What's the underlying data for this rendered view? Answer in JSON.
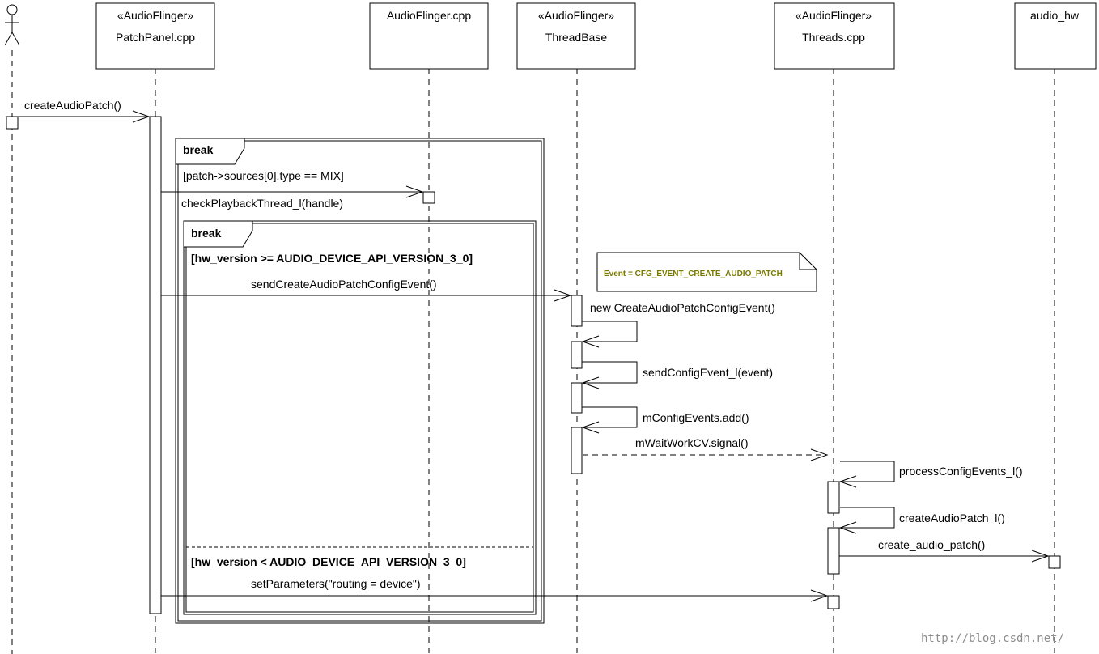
{
  "diagram": {
    "lifelines": [
      {
        "id": "actor",
        "stereotype": "",
        "name": ""
      },
      {
        "id": "patchpanel",
        "stereotype": "«AudioFlinger»",
        "name": "PatchPanel.cpp"
      },
      {
        "id": "audioflinger",
        "stereotype": "",
        "name": "AudioFlinger.cpp"
      },
      {
        "id": "threadbase",
        "stereotype": "«AudioFlinger»",
        "name": "ThreadBase"
      },
      {
        "id": "threads",
        "stereotype": "«AudioFlinger»",
        "name": "Threads.cpp"
      },
      {
        "id": "audiohw",
        "stereotype": "",
        "name": "audio_hw"
      }
    ],
    "messages": [
      {
        "label": "createAudioPatch()"
      },
      {
        "label": "checkPlaybackThread_l(handle)"
      },
      {
        "label": "sendCreateAudioPatchConfigEvent()"
      },
      {
        "label": "new CreateAudioPatchConfigEvent()"
      },
      {
        "label": "sendConfigEvent_l(event)"
      },
      {
        "label": "mConfigEvents.add()"
      },
      {
        "label": "mWaitWorkCV.signal()"
      },
      {
        "label": "processConfigEvents_l()"
      },
      {
        "label": "createAudioPatch_l()"
      },
      {
        "label": "create_audio_patch()"
      },
      {
        "label": "setParameters(\"routing = device\")"
      }
    ],
    "fragments": {
      "outer": {
        "keyword": "break",
        "guard": "[patch->sources[0].type == MIX]"
      },
      "inner": {
        "keyword": "break",
        "guard1": "[hw_version >= AUDIO_DEVICE_API_VERSION_3_0]",
        "guard2": "[hw_version < AUDIO_DEVICE_API_VERSION_3_0]"
      }
    },
    "note": {
      "text": "Event = CFG_EVENT_CREATE_AUDIO_PATCH",
      "color": "#7a7a00"
    },
    "watermark": "http://blog.csdn.net/"
  }
}
